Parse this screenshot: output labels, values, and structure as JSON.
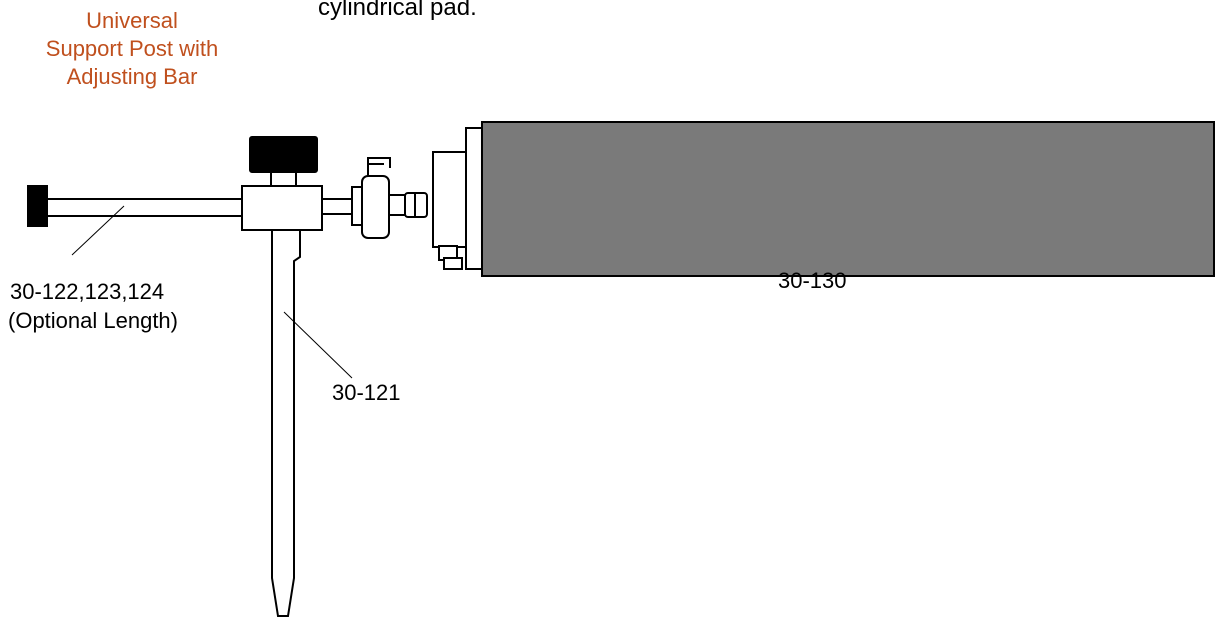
{
  "caption_fragment": "cylindrical pad.",
  "title": {
    "lines": [
      "Universal",
      "Support Post with",
      "Adjusting Bar"
    ],
    "color": "#c0501e"
  },
  "labels": {
    "bar": [
      "30-122,123,124",
      "(Optional Length)"
    ],
    "post": "30-121",
    "pad": "30-130"
  },
  "colors": {
    "pad_fill": "#7a7a7a",
    "knob_fill": "#000000",
    "stroke": "#000000"
  }
}
